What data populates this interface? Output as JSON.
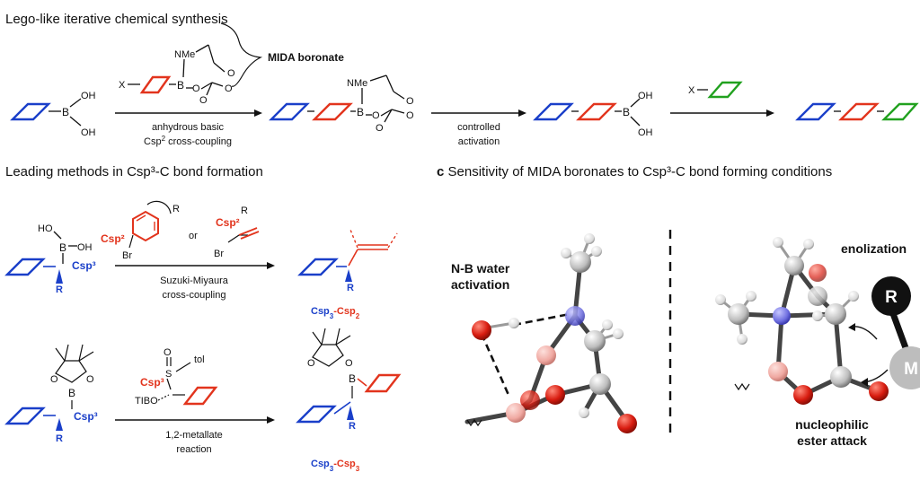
{
  "section_a": {
    "title": "Lego-like iterative chemical synthesis",
    "atoms": {
      "oh": "OH",
      "b": "B",
      "nme": "NMe",
      "o": "O",
      "x": "X"
    },
    "mida_label": "MIDA boronate",
    "step1": {
      "line1": "anhydrous basic",
      "line2": "Csp",
      "sup": "2",
      "line2b": " cross-coupling"
    },
    "step2": {
      "line1": "controlled",
      "line2": "activation"
    }
  },
  "section_b": {
    "title": "Leading methods in Csp³-C bond formation",
    "csp3": "Csp³",
    "csp2": "Csp²",
    "r": "R",
    "br": "Br",
    "or": "or",
    "ho": "HO",
    "tol": "tol",
    "s": "S",
    "tibo": "TIBO",
    "suzuki": {
      "line1": "Suzuki-Miyaura",
      "line2": "cross-coupling"
    },
    "product1": {
      "a": "Csp",
      "sa": "3",
      "dash": "-",
      "b": "Csp",
      "sb": "2"
    },
    "metallate": {
      "line1": "1,2-metallate",
      "line2": "reaction"
    },
    "product2": {
      "a": "Csp",
      "sa": "3",
      "dash": "-",
      "b": "Csp",
      "sb": "3"
    }
  },
  "section_c": {
    "letter": "c",
    "title": "Sensitivity of MIDA boronates to Csp³-C bond forming conditions",
    "left_label": {
      "line1": "N-B water",
      "line2": "activation"
    },
    "right_top": "enolization",
    "right_bottom": {
      "line1": "nucleophilic",
      "line2": "ester attack"
    },
    "r_ball": "R",
    "m_ball": "M"
  },
  "colors": {
    "blue": "#1a3fc9",
    "red": "#e2341d",
    "green": "#21a11f",
    "black": "#111111"
  }
}
